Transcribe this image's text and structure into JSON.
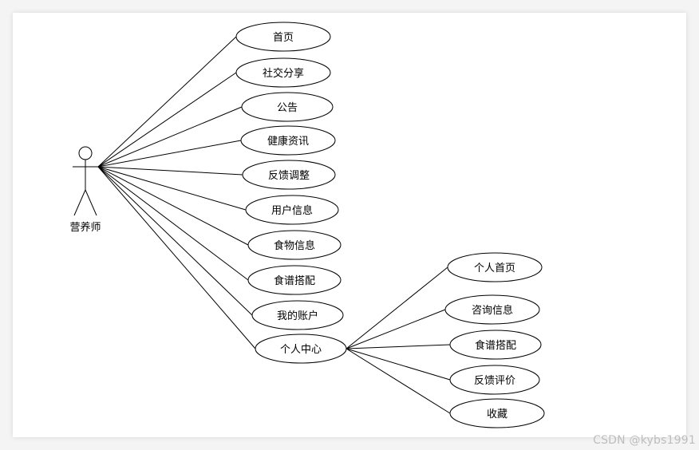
{
  "actor": {
    "label": "营养师",
    "icon": "stick-figure-icon"
  },
  "use_cases": [
    {
      "id": "home",
      "label": "首页"
    },
    {
      "id": "social-share",
      "label": "社交分享"
    },
    {
      "id": "announcement",
      "label": "公告"
    },
    {
      "id": "health-news",
      "label": "健康资讯"
    },
    {
      "id": "feedback-adjust",
      "label": "反馈调整"
    },
    {
      "id": "user-info",
      "label": "用户信息"
    },
    {
      "id": "food-info",
      "label": "食物信息"
    },
    {
      "id": "recipe-match",
      "label": "食谱搭配"
    },
    {
      "id": "my-account",
      "label": "我的账户"
    },
    {
      "id": "personal-center",
      "label": "个人中心"
    }
  ],
  "sub_cases": [
    {
      "id": "personal-home",
      "label": "个人首页"
    },
    {
      "id": "consult-info",
      "label": "咨询信息"
    },
    {
      "id": "recipe-match-sub",
      "label": "食谱搭配"
    },
    {
      "id": "feedback-review",
      "label": "反馈评价"
    },
    {
      "id": "favorites",
      "label": "收藏"
    }
  ],
  "watermark": "CSDN @kybs1991"
}
